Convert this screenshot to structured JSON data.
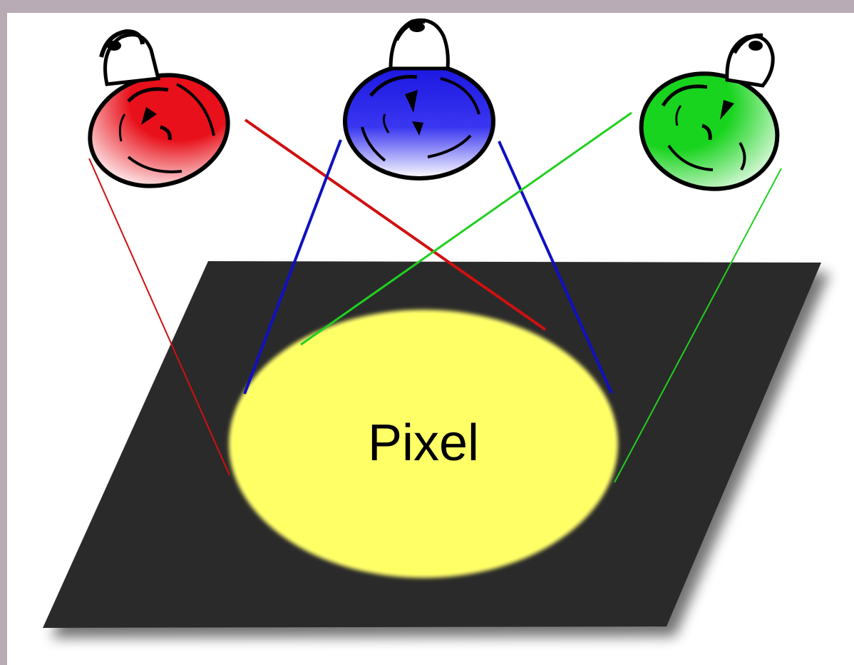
{
  "diagram": {
    "pixel_label": "Pixel",
    "bulbs": [
      {
        "name": "red-bulb",
        "color": "#e8101a",
        "light": "#ffffff"
      },
      {
        "name": "blue-bulb",
        "color": "#1a16e0",
        "light": "#ffffff"
      },
      {
        "name": "green-bulb",
        "color": "#19d41e",
        "light": "#ffffff"
      }
    ],
    "colors": {
      "surface": "#2a2a2a",
      "pixel": "#ffff66",
      "red_beam": "#d01010",
      "blue_beam": "#1010c0",
      "green_beam": "#20d020",
      "frame": "#b9abb5"
    }
  }
}
